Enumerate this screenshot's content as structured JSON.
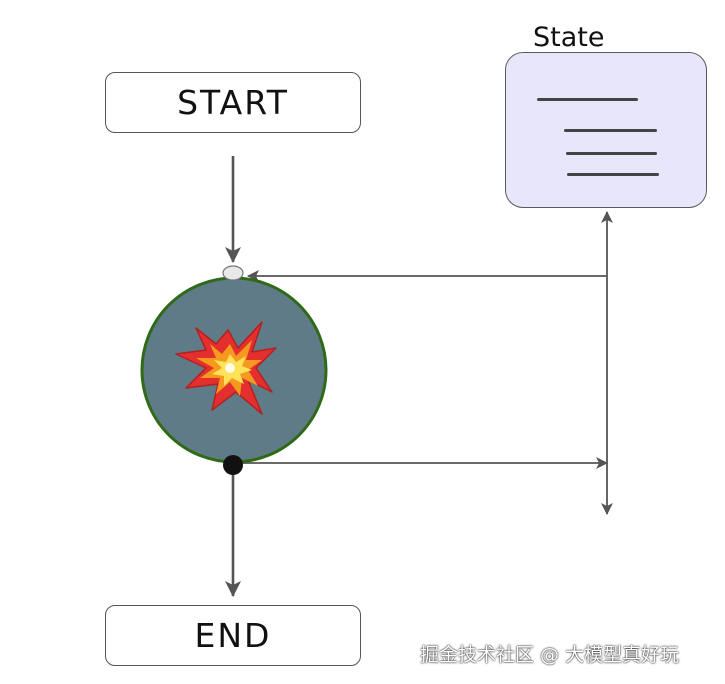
{
  "diagram": {
    "start_label": "START",
    "end_label": "END",
    "state_label": "State",
    "node_icon": "explosion-icon"
  },
  "colors": {
    "node_fill": "#5f7b88",
    "node_border": "#2f6a17",
    "state_fill": "#e8e6fb",
    "arrow": "#555555"
  },
  "watermark": "掘金技术社区 @ 大模型真好玩"
}
